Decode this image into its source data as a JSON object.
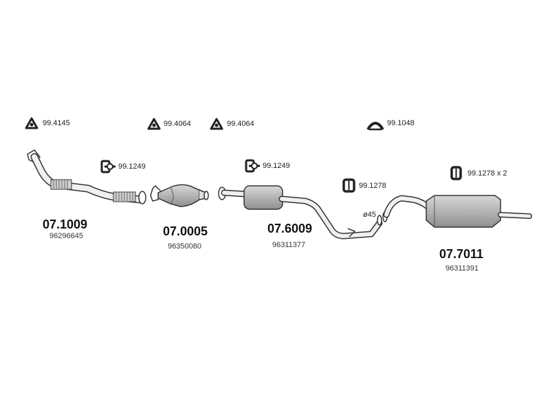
{
  "accessories": {
    "gasket_1": "99.4145",
    "gasket_2": "99.4064",
    "gasket_3": "99.4064",
    "ring_1": "99.1048",
    "clamp_1": "99.1249",
    "clamp_2": "99.1249",
    "hanger_1": "99.1278",
    "hanger_2": "99.1278 x 2"
  },
  "parts": [
    {
      "part_no": "07.1009",
      "oem": "96296645"
    },
    {
      "part_no": "07.0005",
      "oem": "96350080"
    },
    {
      "part_no": "07.6009",
      "oem": "96311377"
    },
    {
      "part_no": "07.7011",
      "oem": "96311391"
    }
  ],
  "pipe_note": "ø45",
  "colors": {
    "line": "#333333",
    "fill_light": "#e6e6e6",
    "fill_mid": "#cfcfcf",
    "fill_dark": "#9a9a9a"
  }
}
